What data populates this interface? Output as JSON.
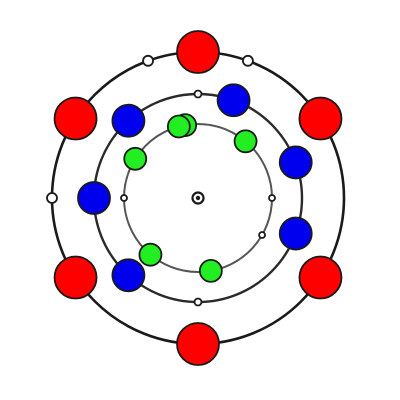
{
  "colors": {
    "background": "#ffffff",
    "outer_ring": "#1a1a1a",
    "middle_ring": "#2a2a2a",
    "inner_ring": "#555555",
    "outline": "#1a1a1a",
    "red": "#ff0000",
    "blue": "#0000ee",
    "green": "#22ee22",
    "slot": "#ffffff"
  },
  "rings": [
    {
      "name": "outer",
      "particles": [
        {
          "angle": 213,
          "color": "red"
        },
        {
          "angle": 270,
          "color": "red"
        },
        {
          "angle": 327,
          "color": "red"
        },
        {
          "angle": 33,
          "color": "red"
        },
        {
          "angle": 90,
          "color": "red"
        },
        {
          "angle": 147,
          "color": "red"
        }
      ],
      "slots": [
        180,
        110,
        70
      ]
    },
    {
      "name": "middle",
      "particles": [
        {
          "angle": 180,
          "color": "blue"
        },
        {
          "angle": 228,
          "color": "blue"
        },
        {
          "angle": 132,
          "color": "blue"
        },
        {
          "angle": 70,
          "color": "blue"
        },
        {
          "angle": 20,
          "color": "blue"
        },
        {
          "angle": -20,
          "color": "blue"
        }
      ],
      "slots": [
        90,
        25,
        -90
      ]
    },
    {
      "name": "inner",
      "particles": [
        {
          "angle": 148,
          "color": "green"
        },
        {
          "angle": 100,
          "color": "green"
        },
        {
          "angle": 50,
          "color": "green"
        },
        {
          "angle": -80,
          "color": "green"
        },
        {
          "angle": -130,
          "color": "green"
        },
        {
          "angle": -255,
          "color": "green"
        }
      ],
      "slots": [
        -30,
        180,
        0
      ]
    }
  ]
}
